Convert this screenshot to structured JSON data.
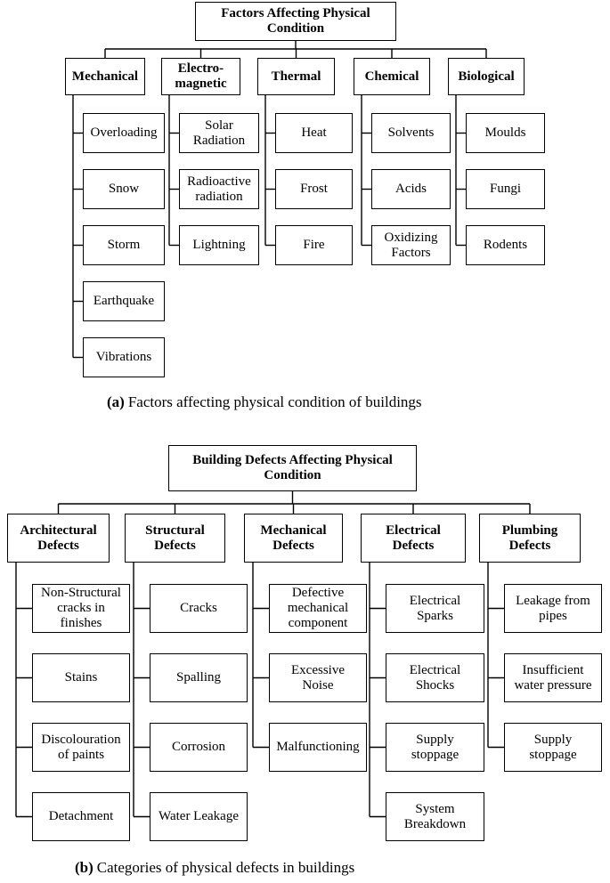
{
  "diagram_a": {
    "title": "Factors Affecting Physical\nCondition",
    "caption_label": "(a)",
    "caption_text": "Factors affecting physical condition of buildings",
    "categories": [
      {
        "label": "Mechanical",
        "items": [
          "Overloading",
          "Snow",
          "Storm",
          "Earthquake",
          "Vibrations"
        ]
      },
      {
        "label": "Electro-\nmagnetic",
        "items": [
          "Solar\nRadiation",
          "Radioactive\nradiation",
          "Lightning"
        ]
      },
      {
        "label": "Thermal",
        "items": [
          "Heat",
          "Frost",
          "Fire"
        ]
      },
      {
        "label": "Chemical",
        "items": [
          "Solvents",
          "Acids",
          "Oxidizing\nFactors"
        ]
      },
      {
        "label": "Biological",
        "items": [
          "Moulds",
          "Fungi",
          "Rodents"
        ]
      }
    ]
  },
  "diagram_b": {
    "title": "Building Defects Affecting Physical\nCondition",
    "caption_label": "(b)",
    "caption_text": "Categories of physical defects in buildings",
    "categories": [
      {
        "label": "Architectural\nDefects",
        "items": [
          "Non-Structural\ncracks in\nfinishes",
          "Stains",
          "Discolouration\nof paints",
          "Detachment"
        ]
      },
      {
        "label": "Structural\nDefects",
        "items": [
          "Cracks",
          "Spalling",
          "Corrosion",
          "Water Leakage"
        ]
      },
      {
        "label": "Mechanical\nDefects",
        "items": [
          "Defective\nmechanical\ncomponent",
          "Excessive\nNoise",
          "Malfunctioning"
        ]
      },
      {
        "label": "Electrical\nDefects",
        "items": [
          "Electrical\nSparks",
          "Electrical\nShocks",
          "Supply\nstoppage",
          "System\nBreakdown"
        ]
      },
      {
        "label": "Plumbing\nDefects",
        "items": [
          "Leakage from\npipes",
          "Insufficient\nwater pressure",
          "Supply\nstoppage"
        ]
      }
    ]
  }
}
